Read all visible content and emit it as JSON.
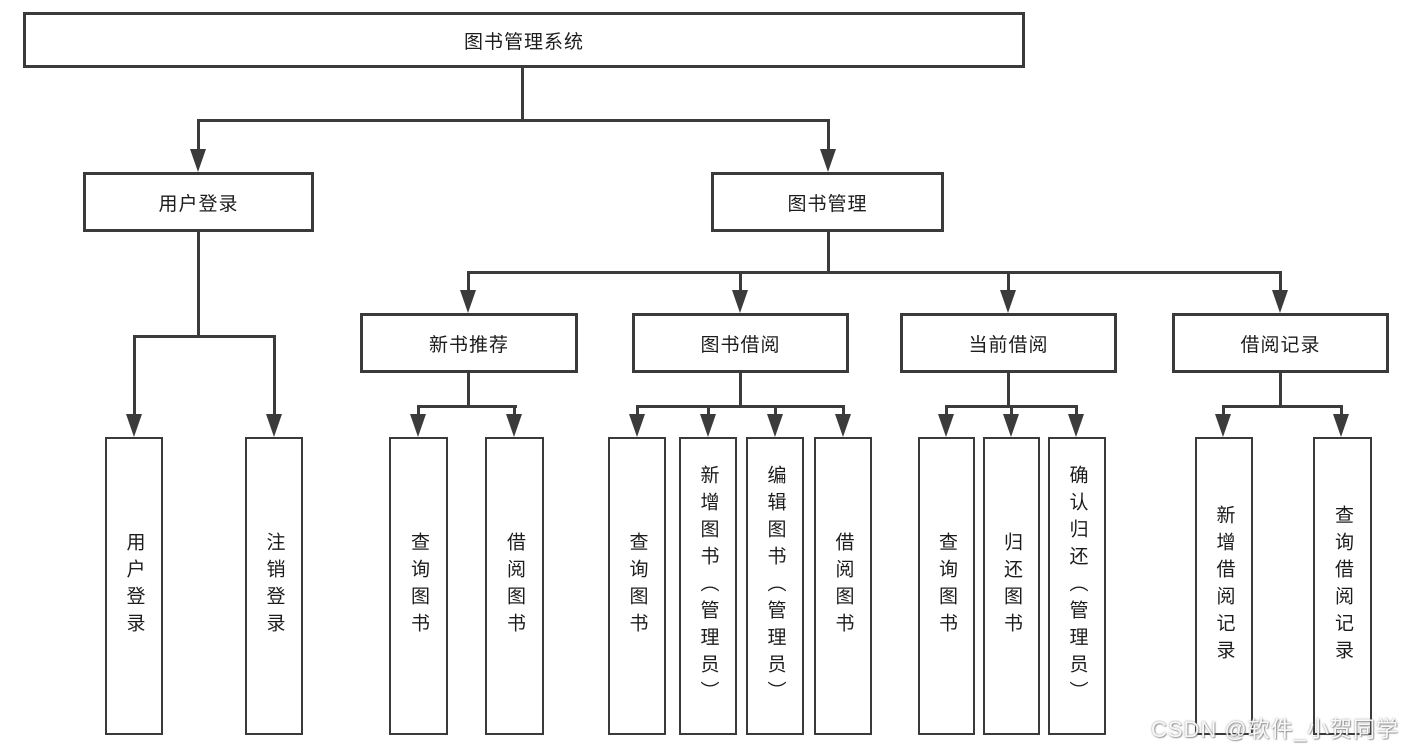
{
  "tree": {
    "root": "图书管理系统",
    "branches": [
      {
        "label": "用户登录",
        "children": [
          "用户登录",
          "注销登录"
        ]
      },
      {
        "label": "图书管理",
        "groups": [
          {
            "label": "新书推荐",
            "children": [
              "查询图书",
              "借阅图书"
            ]
          },
          {
            "label": "图书借阅",
            "children": [
              "查询图书",
              "新增图书（管理员）",
              "编辑图书（管理员）",
              "借阅图书"
            ]
          },
          {
            "label": "当前借阅",
            "children": [
              "查询图书",
              "归还图书",
              "确认归还（管理员）"
            ]
          },
          {
            "label": "借阅记录",
            "children": [
              "新增借阅记录",
              "查询借阅记录"
            ]
          }
        ]
      }
    ]
  },
  "watermark": "CSDN @软件_小贺同学",
  "colors": {
    "line": "#3b3b3b",
    "text": "#1c1c1c",
    "background": "#ffffff"
  }
}
